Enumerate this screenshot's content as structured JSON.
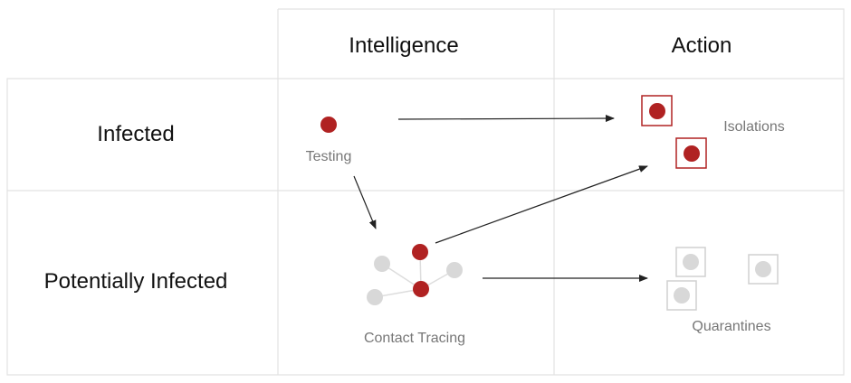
{
  "columns": [
    "Intelligence",
    "Action"
  ],
  "rows": [
    "Infected",
    "Potentially Infected"
  ],
  "labels": {
    "testing": "Testing",
    "contact_tracing": "Contact Tracing",
    "isolations": "Isolations",
    "quarantines": "Quarantines"
  },
  "colors": {
    "infected": "#b02222",
    "contact": "#d8d8d8",
    "grid": "#e2e2e2",
    "arrow": "#222222"
  }
}
